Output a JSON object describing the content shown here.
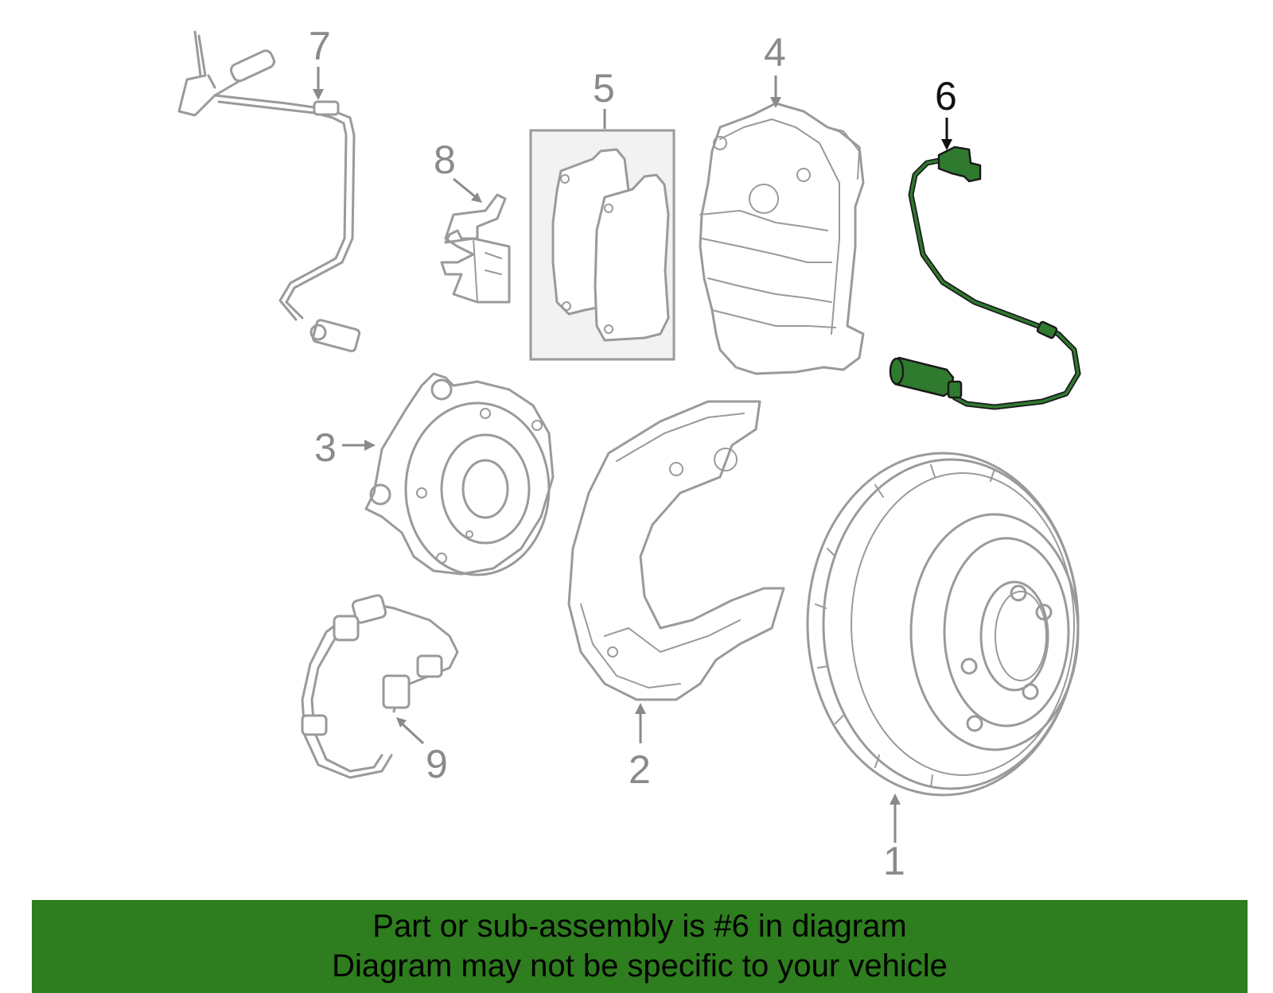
{
  "callouts": [
    {
      "id": "1",
      "label": "1"
    },
    {
      "id": "2",
      "label": "2"
    },
    {
      "id": "3",
      "label": "3"
    },
    {
      "id": "4",
      "label": "4"
    },
    {
      "id": "5",
      "label": "5"
    },
    {
      "id": "6",
      "label": "6"
    },
    {
      "id": "7",
      "label": "7"
    },
    {
      "id": "8",
      "label": "8"
    },
    {
      "id": "9",
      "label": "9"
    }
  ],
  "highlighted_part": "6",
  "colors": {
    "part_outline": "#9a9a9a",
    "highlight": "#2f7a2f",
    "banner": "#2e7d1e"
  },
  "banner": {
    "line1": "Part or sub-assembly is #6 in diagram",
    "line2": "Diagram may not be specific to your vehicle"
  }
}
